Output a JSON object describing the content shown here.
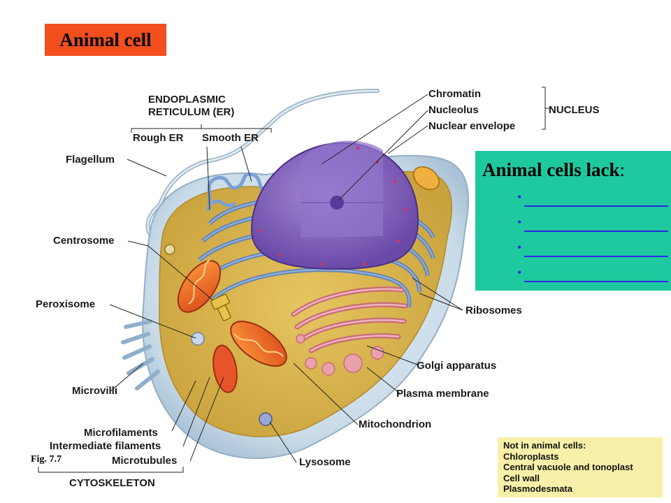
{
  "title": "Animal cell",
  "labels": {
    "er": "ENDOPLASMIC",
    "er2": "RETICULUM (ER)",
    "rough_er": "Rough ER",
    "smooth_er": "Smooth ER",
    "flagellum": "Flagellum",
    "centrosome": "Centrosome",
    "peroxisome": "Peroxisome",
    "microvilli": "Microvilli",
    "microfilaments": "Microfilaments",
    "intermediate_filaments": "Intermediate filaments",
    "microtubules": "Microtubules",
    "cytoskeleton": "CYTOSKELETON",
    "chromatin": "Chromatin",
    "nucleolus": "Nucleolus",
    "nuclear_envelope": "Nuclear envelope",
    "nucleus": "NUCLEUS",
    "ribosomes": "Ribosomes",
    "golgi": "Golgi apparatus",
    "plasma_membrane": "Plasma membrane",
    "mitochondrion": "Mitochondrion",
    "lysosome": "Lysosome"
  },
  "lack_box": {
    "title": "Animal cells lack",
    "colon": ":",
    "bullets": [
      "•",
      "•",
      "•",
      "•"
    ],
    "colors": {
      "background": "#1fc9a0",
      "blank": "#2a2ae0"
    }
  },
  "figure_ref": "Fig. 7.7",
  "note": {
    "heading": "Not in animal cells:",
    "items": [
      "Chloroplasts",
      "Central vacuole and tonoplast",
      "Cell wall",
      "Plasmodesmata"
    ]
  }
}
